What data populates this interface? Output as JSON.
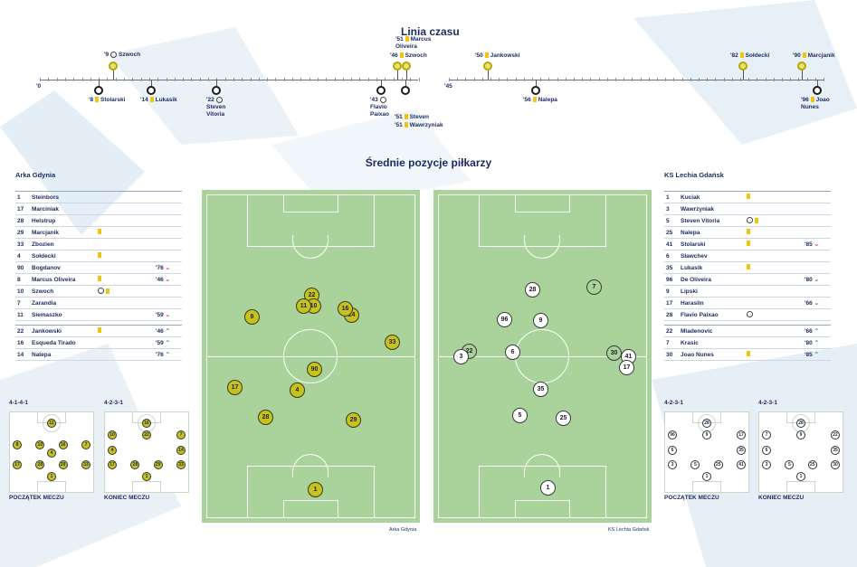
{
  "timeline": {
    "title": "Linia czasu",
    "half1_start": "'0",
    "half2_start": "'45",
    "events_top": [
      {
        "min": "'9",
        "text": "Szwoch",
        "kind": "goal"
      },
      {
        "min": "'46",
        "text": "Szwoch",
        "kind": "card"
      },
      {
        "min": "'51",
        "text": "Marcus Oliveira",
        "kind": "card"
      },
      {
        "min": "'50",
        "text": "Jankowski",
        "kind": "card"
      },
      {
        "min": "'82",
        "text": "Sołdecki",
        "kind": "card"
      },
      {
        "min": "'90",
        "text": "Marcjanik",
        "kind": "card"
      }
    ],
    "events_bottom": [
      {
        "min": "'8",
        "text": "Stolarski",
        "kind": "card"
      },
      {
        "min": "'14",
        "text": "Lukasik",
        "kind": "card"
      },
      {
        "min": "'22",
        "text": "Steven Vitoria",
        "kind": "goal"
      },
      {
        "min": "'43",
        "text": "Flavio Paixao",
        "kind": "goal"
      },
      {
        "min": "'51",
        "text": "Steven",
        "kind": "card"
      },
      {
        "min": "'51",
        "text": "Wawrzyniak",
        "kind": "card"
      },
      {
        "min": "'56",
        "text": "Nalepa",
        "kind": "card"
      },
      {
        "min": "'96",
        "text": "Joao Nunes",
        "kind": "card"
      }
    ]
  },
  "positions_title": "Średnie pozycje piłkarzy",
  "arka": {
    "name": "Arka Gdynia",
    "starters": [
      {
        "num": "1",
        "name": "Steinbors",
        "mark": "",
        "sub": "",
        "dir": ""
      },
      {
        "num": "17",
        "name": "Marciniak",
        "mark": "",
        "sub": "",
        "dir": ""
      },
      {
        "num": "28",
        "name": "Helstrup",
        "mark": "",
        "sub": "",
        "dir": ""
      },
      {
        "num": "29",
        "name": "Marcjanik",
        "mark": "card",
        "sub": "",
        "dir": ""
      },
      {
        "num": "33",
        "name": "Zbozien",
        "mark": "",
        "sub": "",
        "dir": ""
      },
      {
        "num": "4",
        "name": "Sołdecki",
        "mark": "card",
        "sub": "",
        "dir": ""
      },
      {
        "num": "90",
        "name": "Bogdanov",
        "mark": "",
        "sub": "'76",
        "dir": "down"
      },
      {
        "num": "8",
        "name": "Marcus Oliveira",
        "mark": "card",
        "sub": "'46",
        "dir": "down"
      },
      {
        "num": "10",
        "name": "Szwoch",
        "mark": "goalcard",
        "sub": "",
        "dir": ""
      },
      {
        "num": "7",
        "name": "Zarandia",
        "mark": "",
        "sub": "",
        "dir": ""
      },
      {
        "num": "11",
        "name": "Siemaszko",
        "mark": "",
        "sub": "'59",
        "dir": "down"
      }
    ],
    "subs": [
      {
        "num": "22",
        "name": "Jankowski",
        "mark": "card",
        "sub": "'46",
        "dir": "up"
      },
      {
        "num": "16",
        "name": "Esqueda Tirado",
        "mark": "",
        "sub": "'59",
        "dir": "up"
      },
      {
        "num": "14",
        "name": "Nalepa",
        "mark": "",
        "sub": "'76",
        "dir": "up"
      }
    ],
    "formation_start": "4-1-4-1",
    "formation_end": "4-2-3-1",
    "label_start": "POCZĄTEK MECZU",
    "label_end": "KONIEC MECZU",
    "pitch_caption": "Arka Gdynia"
  },
  "lechia": {
    "name": "KS Lechia Gdańsk",
    "starters": [
      {
        "num": "1",
        "name": "Kuciak",
        "mark": "card",
        "sub": "",
        "dir": ""
      },
      {
        "num": "3",
        "name": "Wawrzyniak",
        "mark": "",
        "sub": "",
        "dir": ""
      },
      {
        "num": "5",
        "name": "Steven Vitoria",
        "mark": "goalcard",
        "sub": "",
        "dir": ""
      },
      {
        "num": "25",
        "name": "Nalepa",
        "mark": "card",
        "sub": "",
        "dir": ""
      },
      {
        "num": "41",
        "name": "Stolarski",
        "mark": "card",
        "sub": "'85",
        "dir": "down"
      },
      {
        "num": "6",
        "name": "Sławchev",
        "mark": "",
        "sub": "",
        "dir": ""
      },
      {
        "num": "35",
        "name": "Lukasik",
        "mark": "card",
        "sub": "",
        "dir": ""
      },
      {
        "num": "96",
        "name": "De Oliveira",
        "mark": "",
        "sub": "'80",
        "dir": "down"
      },
      {
        "num": "9",
        "name": "Lipski",
        "mark": "",
        "sub": "",
        "dir": ""
      },
      {
        "num": "17",
        "name": "Haraslin",
        "mark": "",
        "sub": "'66",
        "dir": "down"
      },
      {
        "num": "28",
        "name": "Flavio Paixao",
        "mark": "goal",
        "sub": "",
        "dir": ""
      }
    ],
    "subs": [
      {
        "num": "22",
        "name": "Mladenovic",
        "mark": "",
        "sub": "'66",
        "dir": "up"
      },
      {
        "num": "7",
        "name": "Krasic",
        "mark": "",
        "sub": "'80",
        "dir": "up"
      },
      {
        "num": "30",
        "name": "Joao Nunes",
        "mark": "card",
        "sub": "'85",
        "dir": "up"
      }
    ],
    "formation_start": "4-2-3-1",
    "formation_end": "4-2-3-1",
    "label_start": "POCZĄTEK MECZU",
    "label_end": "KONIEC MECZU",
    "pitch_caption": "KS Lechia Gdańsk"
  },
  "arka_pitch_numbers": [
    "1",
    "17",
    "28",
    "4",
    "90",
    "29",
    "33",
    "8",
    "11",
    "10",
    "14",
    "16",
    "22"
  ],
  "lechia_pitch_numbers": [
    "28",
    "7",
    "96",
    "9",
    "3",
    "22",
    "6",
    "30",
    "41",
    "17",
    "35",
    "5",
    "25",
    "1"
  ],
  "arka_formation_start_numbers": [
    "11",
    "8",
    "10",
    "16",
    "7",
    "4",
    "90",
    "17",
    "28",
    "29",
    "33",
    "1"
  ],
  "arka_formation_end_numbers": [
    "16",
    "10",
    "22",
    "7",
    "4",
    "14",
    "17",
    "28",
    "29",
    "33",
    "1"
  ],
  "lechia_formation_start_numbers": [
    "28",
    "96",
    "9",
    "17",
    "6",
    "35",
    "3",
    "5",
    "25",
    "41",
    "1"
  ],
  "lechia_formation_end_numbers": [
    "28",
    "7",
    "9",
    "22",
    "6",
    "35",
    "3",
    "5",
    "25",
    "30",
    "1"
  ],
  "colors": {
    "arka": "#c8c21f",
    "lechia": "#ffffff",
    "pitch": "#a9d39a",
    "card": "#f1c40f",
    "sub_off": "#d9393e",
    "sub_on": "#2aa04a"
  }
}
